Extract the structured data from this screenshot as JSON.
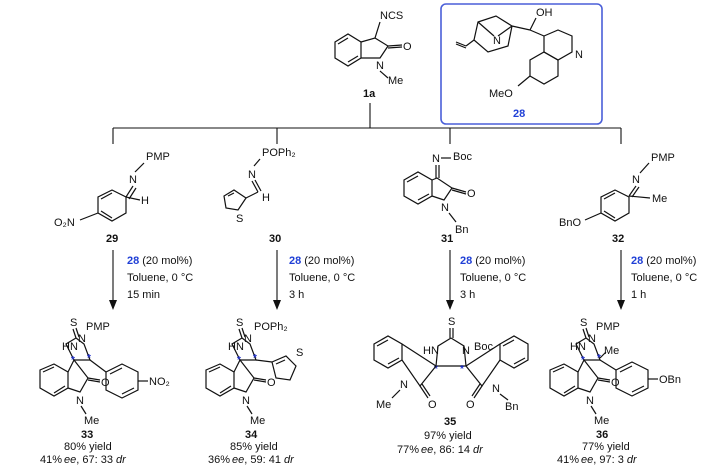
{
  "start": {
    "label": "1a",
    "ncs": "NCS",
    "carbonyl_o": "O",
    "n": "N",
    "me": "Me"
  },
  "catalyst": {
    "label": "28",
    "oh": "OH",
    "n_ring": "N",
    "n_bridge": "N",
    "meo": "MeO",
    "border_color": "#4a5fd8"
  },
  "substrates": [
    {
      "id": "29",
      "top": "PMP",
      "n": "N",
      "h": "H",
      "sub": "O₂N"
    },
    {
      "id": "30",
      "top": "POPh₂",
      "n": "N",
      "h": "H",
      "s": "S"
    },
    {
      "id": "31",
      "top": "Boc",
      "n": "N",
      "o": "O",
      "bn": "Bn",
      "n2": "N"
    },
    {
      "id": "32",
      "top": "PMP",
      "n": "N",
      "me": "Me",
      "sub": "BnO"
    }
  ],
  "conditions": [
    {
      "cat": "28",
      "loading": "(20 mol%)",
      "solvent": "Toluene, 0 °C",
      "time": "15 min"
    },
    {
      "cat": "28",
      "loading": "(20 mol%)",
      "solvent": "Toluene, 0 °C",
      "time": "3 h"
    },
    {
      "cat": "28",
      "loading": "(20 mol%)",
      "solvent": "Toluene, 0 °C",
      "time": "3 h"
    },
    {
      "cat": "28",
      "loading": "(20 mol%)",
      "solvent": "Toluene, 0 °C",
      "time": "1 h"
    }
  ],
  "products": [
    {
      "id": "33",
      "yield": "80% yield",
      "ee": "41%",
      "ee_word": "ee",
      "dr_ratio": ", 67: 33",
      "dr_word": "dr",
      "s": "S",
      "hn": "HN",
      "n": "N",
      "n_indole": "N",
      "o": "O",
      "me": "Me",
      "pg": "PMP",
      "ar": "NO₂"
    },
    {
      "id": "34",
      "yield": "85% yield",
      "ee": "36%",
      "ee_word": "ee",
      "dr_ratio": ", 59: 41",
      "dr_word": "dr",
      "s": "S",
      "hn": "HN",
      "n": "N",
      "n_indole": "N",
      "o": "O",
      "me": "Me",
      "pg": "POPh₂",
      "het": "S"
    },
    {
      "id": "35",
      "yield": "97% yield",
      "ee": "77%",
      "ee_word": "ee",
      "dr_ratio": ", 86: 14",
      "dr_word": "dr",
      "s": "S",
      "hn": "HN",
      "n": "N",
      "n_indole": "N",
      "n_indole2": "N",
      "o": "O",
      "o2": "O",
      "me": "Me",
      "pg": "Boc",
      "bn": "Bn"
    },
    {
      "id": "36",
      "yield": "77% yield",
      "ee": "41%",
      "ee_word": "ee",
      "dr_ratio": ", 97: 3",
      "dr_word": "dr",
      "s": "S",
      "hn": "HN",
      "n": "N",
      "n_indole": "N",
      "o": "O",
      "me": "Me",
      "me2": "Me",
      "pg": "PMP",
      "ar": "OBn"
    }
  ],
  "stereo_mark": "*",
  "colors": {
    "catalyst_label": "#1f3fd6",
    "stereo_star": "#2233cc"
  }
}
